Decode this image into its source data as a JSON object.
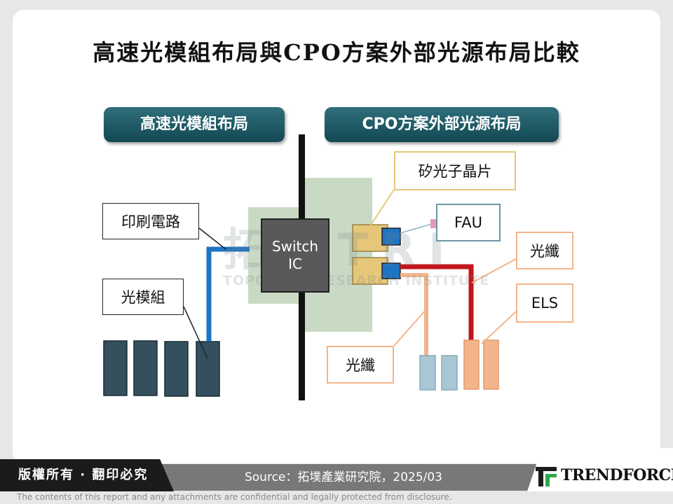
{
  "title": "高速光模組布局與CPO方案外部光源布局比較",
  "left_header": "高速光模組布局",
  "right_header": "CPO方案外部光源布局",
  "labels": {
    "pcb": "印刷電路",
    "module": "光模組",
    "silicon_photonics": "矽光子晶片",
    "fau": "FAU",
    "fiber_right": "光纖",
    "els": "ELS",
    "fiber_bottom": "光纖"
  },
  "switch_ic": {
    "line1": "Switch",
    "line2": "IC"
  },
  "watermark": {
    "name": "拓墣TRI",
    "subtitle": "TOPOLOGY RESEARCH INSTITUTE"
  },
  "footer": {
    "copyright": "版權所有 · 翻印必究",
    "source": "Source：拓墣產業研究院，2025/03",
    "brand": "TRENDFORCE",
    "disclaimer": "The contents of this report and any attachments are confidential and legally protected from disclosure."
  },
  "colors": {
    "header_teal": "#124852",
    "module_navy": "#34505f",
    "pcb_blue": "#1d74c2",
    "board_green": "#c9dac4",
    "gold": "#e6c77a",
    "salmon": "#f2b58b",
    "red_fiber": "#c2161b",
    "light_blue_block": "#a9c6d4"
  }
}
